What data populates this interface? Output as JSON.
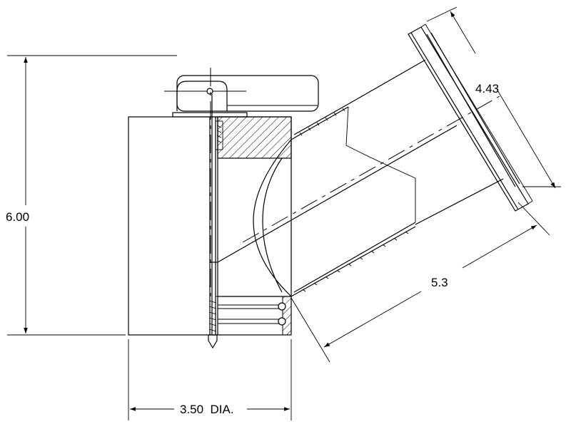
{
  "dimensions": {
    "height": "6.00",
    "diameter": "3.50  DIA.",
    "flange_width": "4.43",
    "branch_length": "5.3"
  }
}
